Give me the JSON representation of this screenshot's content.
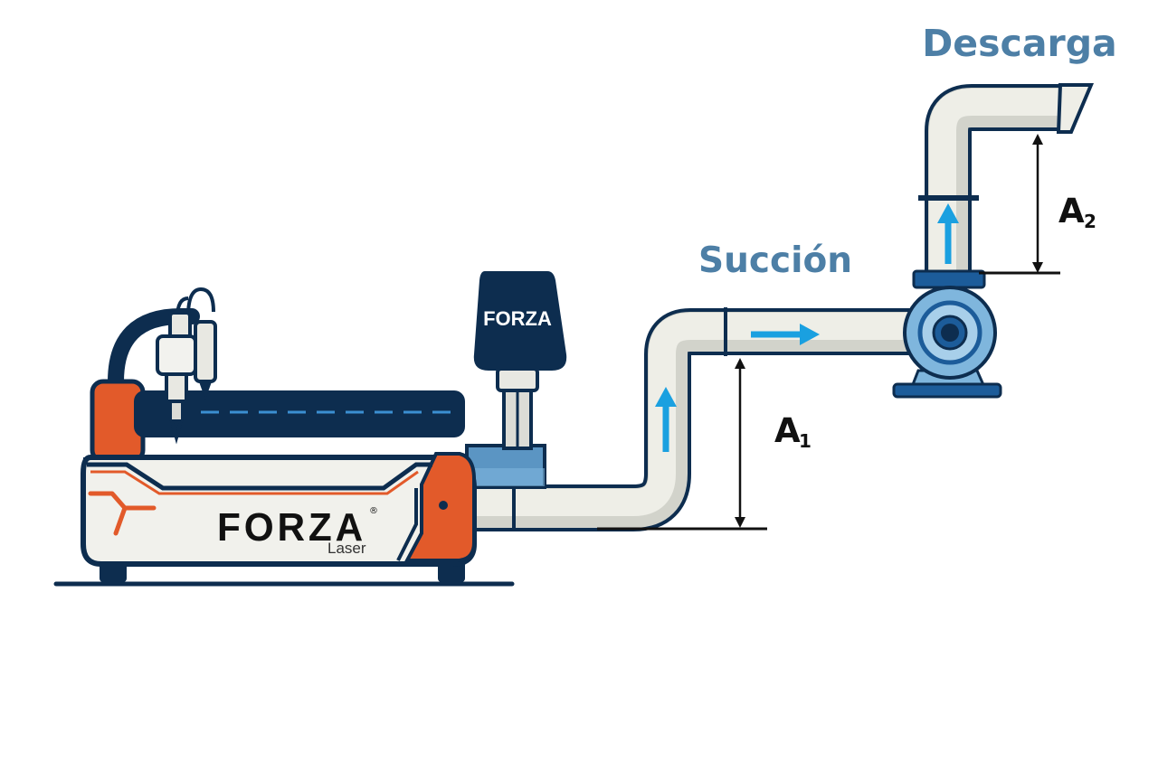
{
  "labels": {
    "discharge": "Descarga",
    "suction": "Succión",
    "height_1": {
      "letter": "A",
      "sub": "1"
    },
    "height_2": {
      "letter": "A",
      "sub": "2"
    }
  },
  "brand": {
    "machine_logo": "FORZA",
    "machine_logo_sub": "Laser",
    "registered_mark": "®",
    "extractor_logo": "FORZA"
  },
  "colors": {
    "navy": "#0d2d4f",
    "orange": "#e25a2a",
    "pipe_fill": "#eeeee7",
    "pipe_shade": "#d2d3cb",
    "flow_arrow": "#1aa0e0",
    "label_blue": "#4d7fa6",
    "pump_blue": "#7fb6dd",
    "pump_dark": "#1c5c9a"
  },
  "icons": {
    "flow": "arrow-up-icon / arrow-right-icon",
    "dimension": "double-arrow-dimension-icon"
  }
}
